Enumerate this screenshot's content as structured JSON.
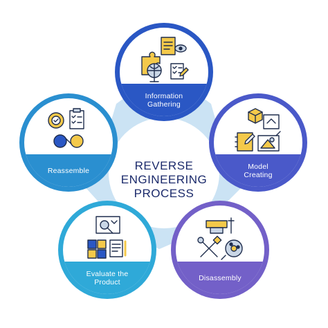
{
  "title_lines": [
    "REVERSE",
    "ENGINEERING",
    "PROCESS"
  ],
  "colors": {
    "ring": "#cbe3f4",
    "title": "#1b2a6b",
    "line": "#1f2d4d",
    "yellow": "#f4c94a",
    "steel": "#c9d6e6"
  },
  "steps": [
    {
      "label_lines": [
        "Information",
        "Gathering"
      ],
      "color": "#2a57c4",
      "icons": [
        "documents-icon",
        "puzzle-icon",
        "globe-icon",
        "checklist-icon"
      ]
    },
    {
      "label_lines": [
        "Model",
        "Creating"
      ],
      "color": "#4a59c9",
      "icons": [
        "cube-model-icon",
        "notebook-icon",
        "drafting-tools-icon"
      ]
    },
    {
      "label_lines": [
        "Disassembly"
      ],
      "color": "#7360c8",
      "icons": [
        "vise-icon",
        "crossed-tools-icon",
        "gear-parts-icon"
      ]
    },
    {
      "label_lines": [
        "Evaluate the",
        "Product"
      ],
      "color": "#2fa9d8",
      "icons": [
        "analysis-board-icon",
        "grid-blocks-icon",
        "report-icon"
      ]
    },
    {
      "label_lines": [
        "Reassemble"
      ],
      "color": "#2a8fd0",
      "icons": [
        "gear-check-icon",
        "clipboard-icon",
        "connection-icon"
      ]
    }
  ]
}
